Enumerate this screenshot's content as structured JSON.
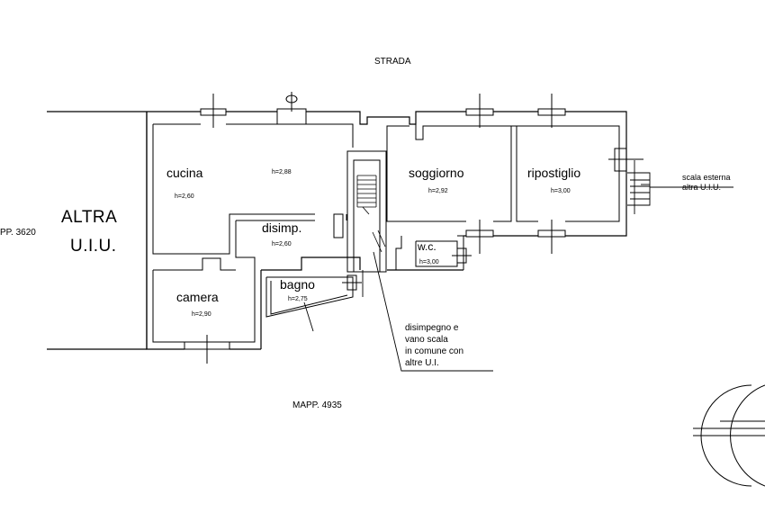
{
  "street": "STRADA",
  "parcel_left": "PP. 3620",
  "parcel_bottom": "MAPP. 4935",
  "other_unit": {
    "line1": "ALTRA",
    "line2": "U.I.U."
  },
  "rooms": [
    {
      "id": "cucina",
      "name": "cucina",
      "height": "h=2,60"
    },
    {
      "id": "disimp",
      "name": "disimp.",
      "height": "h=2,60"
    },
    {
      "id": "camera",
      "name": "camera",
      "height": "h=2,90"
    },
    {
      "id": "bagno",
      "name": "bagno",
      "height": "h=2,75"
    },
    {
      "id": "soggiorno",
      "name": "soggiorno",
      "height": "h=2,92"
    },
    {
      "id": "ripostiglio",
      "name": "ripostiglio",
      "height": "h=3,00"
    },
    {
      "id": "wc",
      "name": "w.c.",
      "height": "h=3,00"
    }
  ],
  "orphan_height": "h=2,88",
  "external_stair": {
    "line1": "scala esterna",
    "line2": "altra U.I.U."
  },
  "shared_note": [
    "disimpegno e",
    "vano scala",
    "in comune con",
    "altre U.I."
  ],
  "colors": {
    "line": "#000000",
    "background": "#ffffff"
  }
}
